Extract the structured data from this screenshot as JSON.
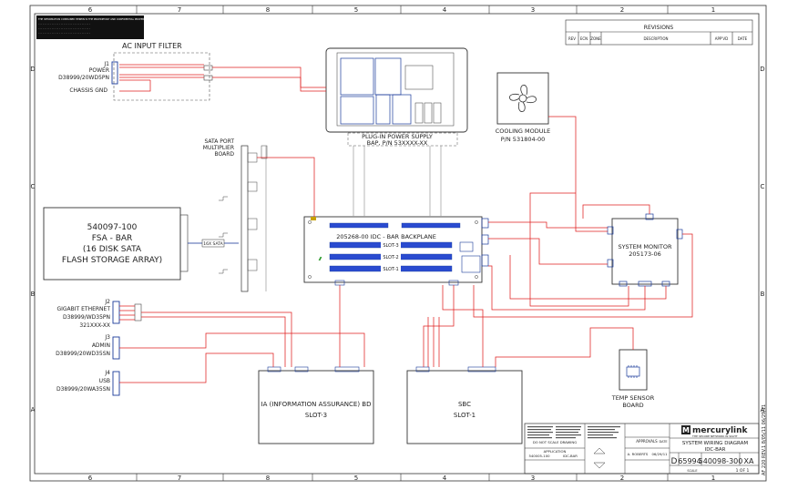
{
  "border": {
    "cols": [
      "6",
      "7",
      "8",
      "5",
      "4",
      "3",
      "2",
      "1"
    ],
    "rows": [
      "D",
      "C",
      "B",
      "A"
    ]
  },
  "warning_note": "THE INFORMATION CONTAINED HEREIN IS THE PROPRIETARY AND CONFIDENTIAL PROPERTY OF MERCURY INC. AND SHALL NOT BE DISCLOSED OR REPRODUCED WITHOUT WRITTEN PERMISSION",
  "revisions": {
    "title": "REVISIONS",
    "headers": [
      "REV",
      "ECN",
      "ZONE",
      "DESCRIPTION",
      "APP'VD",
      "DATE"
    ]
  },
  "ac_filter": {
    "title": "AC INPUT FILTER",
    "j1": "J1",
    "power": "POWER",
    "part": "D38999/20WD5PN",
    "chassis": "CHASSIS GND"
  },
  "power_supply": {
    "line1": "PLUG-IN POWER SUPPLY",
    "line2": "BAP, P/N 53XXXX-XX"
  },
  "cooling": {
    "line1": "COOLING MODULE",
    "line2": "P/N 531804-00"
  },
  "sata_mux": {
    "line1": "SATA PORT",
    "line2": "MULTIPLIER",
    "line3": "BOARD"
  },
  "fsa": {
    "line1": "540097-100",
    "line2": "FSA - BAR",
    "line3": "(16 DISK SATA",
    "line4": "FLASH STORAGE ARRAY)",
    "cable_tag": "16X SATA"
  },
  "backplane": {
    "label": "205268-00 IDC - BAR BACKPLANE",
    "slot3": "SLOT-3",
    "slot2": "SLOT-2",
    "slot1": "SLOT-1"
  },
  "system_monitor": {
    "line1": "SYSTEM MONITOR",
    "line2": "205173-06"
  },
  "j2": {
    "id": "J2",
    "name": "GIGABIT ETHERNET",
    "part": "D38999/WD35PN",
    "sub": "321XXX-XX"
  },
  "j3": {
    "id": "J3",
    "name": "ADMIN",
    "part": "D38999/20WD35SN"
  },
  "j4": {
    "id": "J4",
    "name": "USB",
    "part": "D38999/20WA35SN"
  },
  "ia_board": {
    "line1": "IA (INFORMATION ASSURANCE) BD",
    "line2": "SLOT-3"
  },
  "sbc": {
    "line1": "SBC",
    "line2": "SLOT-1"
  },
  "temp_sensor": {
    "line1": "TEMP SENSOR",
    "line2": "BOARD"
  },
  "title_block": {
    "company": "mercurylink",
    "tagline": "THE SECURE NETWORK IN SIGHT",
    "title1": "SYSTEM WIRING DIAGRAM",
    "title2": "IDC-BAR",
    "size": "D",
    "cage": "65994",
    "dwg_no": "540098-300",
    "rev": "XA",
    "approvals": "APPROVALS",
    "date_label": "DATE",
    "drawn": "A. ROBERTS",
    "drawn_date": "06/29/11",
    "application": "APPLICATION",
    "next_assy": "540005-100",
    "used_on": "IDC-BAR",
    "scale_note": "DO NOT SCALE DRAWING",
    "scale": "SCALE",
    "sheet": "1 OF 1",
    "side_text": "AF 220 REV.1 8/05/11 06/29/11"
  }
}
